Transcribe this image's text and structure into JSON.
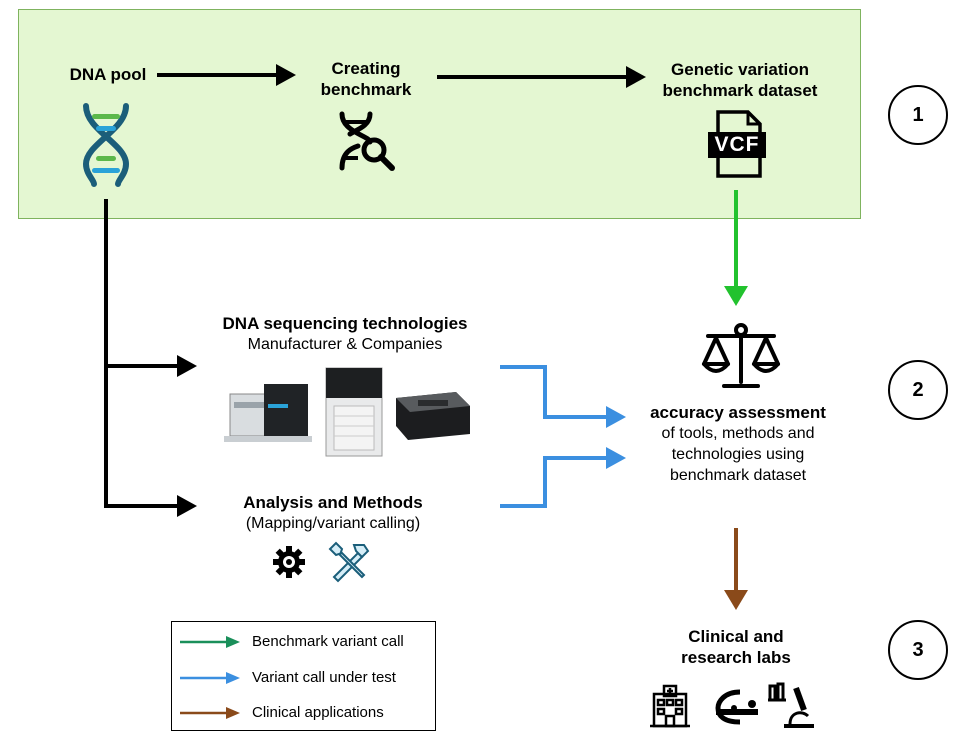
{
  "diagram": {
    "stage1": {
      "dna_pool": "DNA pool",
      "creating_benchmark": [
        "Creating",
        "benchmark"
      ],
      "genetic_variation": [
        "Genetic variation",
        "benchmark dataset"
      ],
      "vcf_label": "VCF",
      "number": "1"
    },
    "stage2": {
      "sequencing_title": "DNA sequencing technologies",
      "sequencing_sub": "Manufacturer & Companies",
      "analysis_title": "Analysis and Methods",
      "analysis_sub": "(Mapping/variant calling)",
      "assessment_title": "accuracy assessment",
      "assessment_lines": [
        "of tools, methods and",
        "technologies using",
        "benchmark dataset"
      ],
      "number": "2"
    },
    "stage3": {
      "labs": [
        "Clinical and",
        "research labs"
      ],
      "number": "3"
    },
    "legend": [
      {
        "label": "Benchmark variant call",
        "color": "#1a8f5a"
      },
      {
        "label": "Variant call under test",
        "color": "#3b8fe0"
      },
      {
        "label": "Clinical applications",
        "color": "#8a4a1a"
      }
    ],
    "colors": {
      "panel": "#e4f7d2",
      "green_arrow": "#22c22e",
      "blue_arrow": "#3b8fe0",
      "brown_arrow": "#8a4a1a",
      "dna_teal": "#1b5e7a",
      "dna_green": "#5bb84a",
      "dna_blue": "#2aa3d8"
    },
    "icons": [
      "dna-icon",
      "benchmark-search-icon",
      "vcf-file-icon",
      "scales-icon",
      "sequencer-machine-icons",
      "gear-icon",
      "tools-icon",
      "hospital-icon",
      "mri-scanner-icon",
      "microscope-icon"
    ]
  }
}
